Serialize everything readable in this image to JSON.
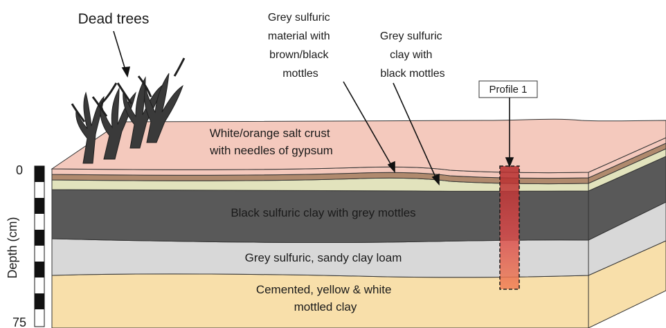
{
  "annotations": {
    "dead_trees": "Dead trees",
    "grey_sulfuric_material": [
      "Grey sulfuric",
      "material with",
      "brown/black",
      "mottles"
    ],
    "grey_sulfuric_clay": [
      "Grey sulfuric",
      "clay with",
      "black mottles"
    ],
    "profile": "Profile 1"
  },
  "layers": {
    "salt_crust": [
      "White/orange salt crust",
      "with needles of gypsum"
    ],
    "black_clay": "Black sulfuric clay with grey mottles",
    "sandy_loam": "Grey sulfuric, sandy clay loam",
    "cemented_clay": [
      "Cemented, yellow & white",
      "mottled clay"
    ]
  },
  "depth_scale": {
    "axis_label": "Depth (cm)",
    "top": "0",
    "bottom": "75"
  },
  "colors": {
    "salt_crust": "#f4c9bd",
    "brown_band": "#b08a6e",
    "olive_band": "#e2e3bd",
    "black_clay": "#595959",
    "grey_loam": "#d8d8d8",
    "cemented": "#f8dfaa",
    "profile_red": "#a82a2a",
    "tree": "#3a3a3a"
  }
}
